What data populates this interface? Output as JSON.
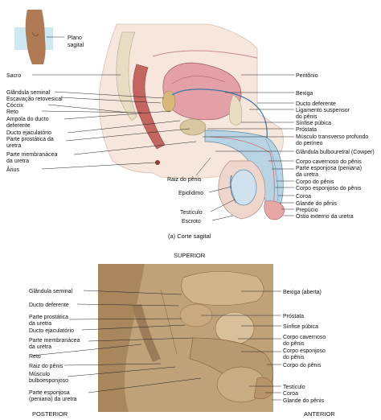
{
  "inset": {
    "label_line1": "Plano",
    "label_line2": "sagital"
  },
  "figure_a": {
    "caption": "(a) Corte sagital",
    "left_labels": [
      "Sacro",
      "Glândula seminal",
      "Escavação retovesical",
      "Cóccix",
      "Reto",
      "Ampola do ducto",
      "deferente",
      "Ducto ejaculatório",
      "Parte prostática da",
      "uretra",
      "Parte membranácea",
      "da uretra",
      "Ânus"
    ],
    "right_labels": [
      "Peritônio",
      "Bexiga",
      "Ducto deferente",
      "Ligamento suspensor",
      "do pênis",
      "Sínfise púbica",
      "Próstata",
      "Músculo transverso profundo",
      "do períneo",
      "Glândula bulbouretral (Cowper)",
      "Corpo cavernoso do pênis",
      "Parte esponjosa (peniana)",
      "da uretra",
      "Corpo do pênis",
      "Corpo esponjoso do pênis",
      "Coroa",
      "Glande do pênis",
      "Prepúcio",
      "Óstio externo da uretra"
    ],
    "bottom_labels": [
      "Raiz do pênis",
      "Epidídimo",
      "Testículo",
      "Escroto"
    ]
  },
  "figure_b": {
    "top_label": "SUPERIOR",
    "bottom_left": "POSTERIOR",
    "bottom_right": "ANTERIOR",
    "left_labels": [
      "Glândula seminal",
      "Ducto deferente",
      "Parte prostática",
      "da uretra",
      "Ducto ejaculatório",
      "Parte membranácea",
      "da uretra",
      "Reto",
      "Raiz do pênis",
      "Músculo",
      "bulboesponjoso",
      "Parte esponjosa",
      "(peniana) da uretra"
    ],
    "right_labels": [
      "Bexiga (aberta)",
      "Próstata",
      "Sínfise púbica",
      "Corpo cavernoso",
      "do pênis",
      "Corpo esponjoso",
      "do pênis",
      "Corpo do pênis",
      "Testículo",
      "Coroa",
      "Glande do pênis"
    ]
  },
  "colors": {
    "bone": "#e8dcc2",
    "muscle": "#d98a8a",
    "bladder": "#e3a0a6",
    "penis_blue": "#b8d4e4",
    "cadaver_bg": "#bfa27a"
  }
}
